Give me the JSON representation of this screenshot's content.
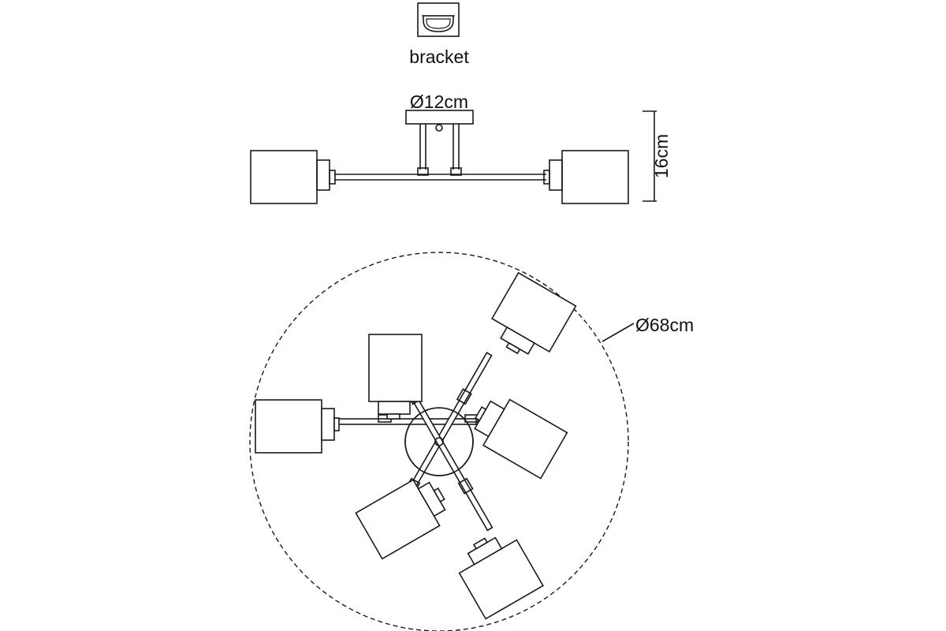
{
  "labels": {
    "bracket": "bracket",
    "width": "Ø12cm",
    "height": "16cm",
    "diameter": "Ø68cm"
  },
  "colors": {
    "line": "#1a1a1a",
    "background": "#ffffff"
  },
  "icons": {
    "bracket": "bracket-icon"
  },
  "lamp": {
    "shade_count_top_view": 6,
    "shade_count_side_view": 2,
    "arm_count": 3
  }
}
